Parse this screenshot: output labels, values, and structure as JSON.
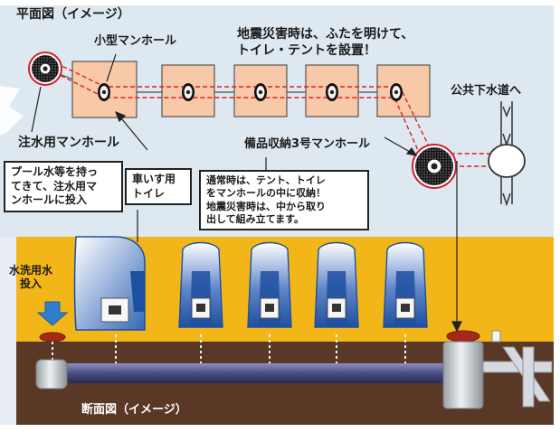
{
  "plan": {
    "title": "平面図（イメージ）",
    "small_manhole_label": "小型マンホール",
    "disaster_note_lines": [
      "地震災害時は、ふたを明けて、",
      "トイレ・テントを設置！"
    ],
    "sewer_label": "公共下水道へ",
    "inlet_manhole_label": "注水用マンホール",
    "storage_manhole_label": "備品収納3号マンホール"
  },
  "callouts": {
    "pool_water_lines": [
      "プール水等を持っ",
      "てきて、注水用マ",
      "ンホールに投入"
    ],
    "wheelchair_lines": [
      "車いす用",
      "トイレ"
    ],
    "storage_note_lines": [
      "通常時は、テント、トイレ",
      "をマンホールの中に収納！",
      "地震災害時は、中から取り",
      "出して組み立てます。"
    ]
  },
  "section": {
    "flush_water_lines": [
      "水洗用水",
      "投入"
    ],
    "title": "断面図（イメージ）"
  },
  "colors": {
    "plan_bg": "#dde8f0",
    "toilet_square": "#f7c9a8",
    "dashed_pipe": "#e02020",
    "ground": "#f2b619",
    "soil": "#5a3826",
    "pipe": "#4a4d84",
    "tent_blue": "#1f4fa0"
  }
}
